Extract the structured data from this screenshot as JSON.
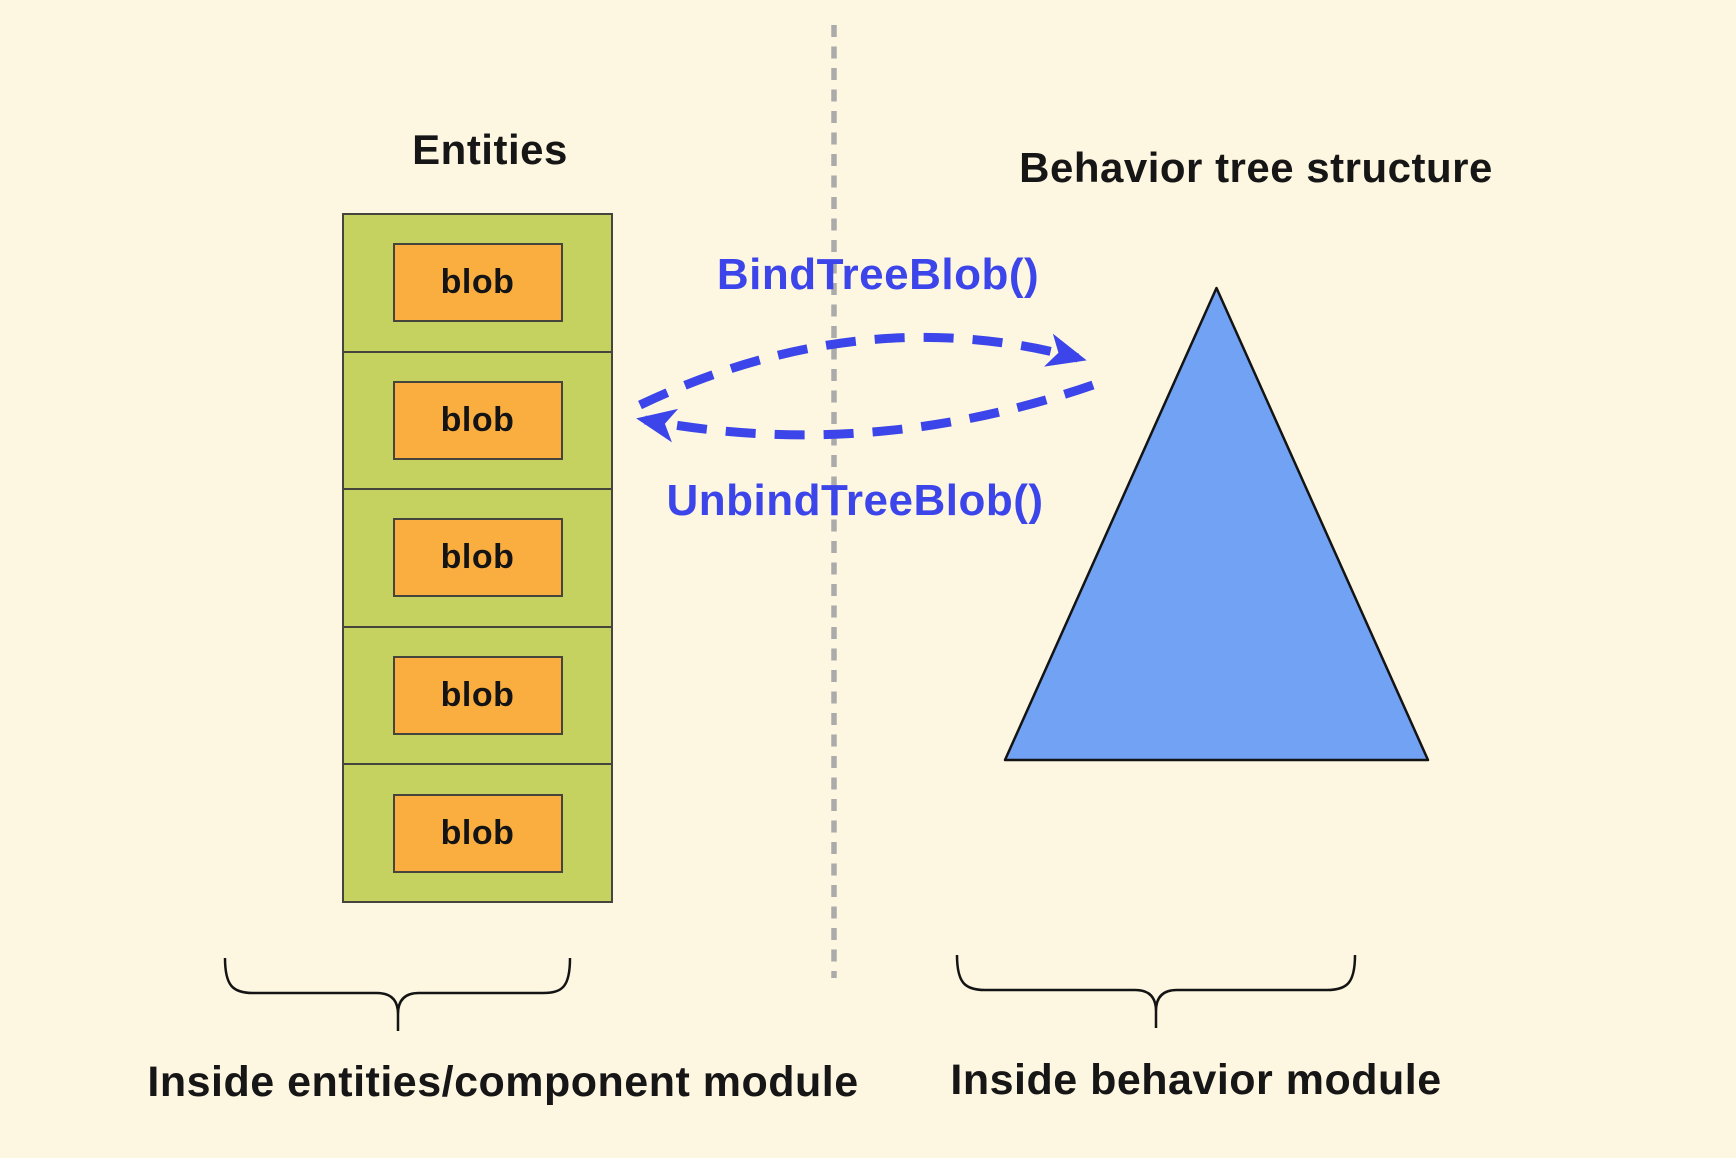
{
  "diagram": {
    "background_color": "#FDF6E1",
    "divider_color": "#ABABAB",
    "left": {
      "title": "Entities",
      "caption": "Inside entities/component module",
      "stack_color": "#C6D260",
      "blob_color": "#FBAE40",
      "border_color": "#45453D",
      "cells": [
        "blob",
        "blob",
        "blob",
        "blob",
        "blob"
      ]
    },
    "right": {
      "title": "Behavior tree structure",
      "caption": "Inside behavior module",
      "triangle_color": "#71A2F4"
    },
    "api": {
      "bind_label": "BindTreeBlob()",
      "unbind_label": "UnbindTreeBlob()",
      "arrow_color": "#3C45E9"
    }
  }
}
